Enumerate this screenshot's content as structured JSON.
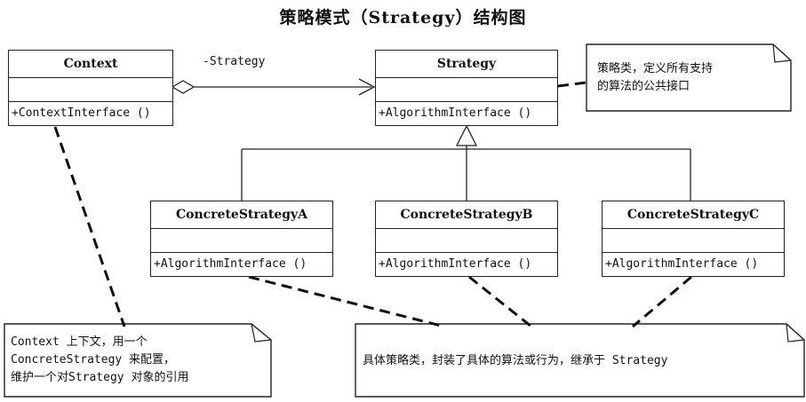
{
  "title": "策略模式（Strategy）结构图",
  "classes": {
    "context": {
      "name": "Context",
      "operation": "+ContextInterface ()"
    },
    "strategy": {
      "name": "Strategy",
      "operation": "+AlgorithmInterface ()"
    },
    "concrete_a": {
      "name": "ConcreteStrategyA",
      "operation": "+AlgorithmInterface ()"
    },
    "concrete_b": {
      "name": "ConcreteStrategyB",
      "operation": "+AlgorithmInterface ()"
    },
    "concrete_c": {
      "name": "ConcreteStrategyC",
      "operation": "+AlgorithmInterface ()"
    }
  },
  "association_label": "-Strategy",
  "notes": {
    "strategy": [
      "策略类，定义所有支持",
      "的算法的公共接口"
    ],
    "context": [
      "Context 上下文，用一个",
      "ConcreteStrategy 来配置，",
      "维护一个对Strategy 对象的引用"
    ],
    "concrete": [
      "具体策略类，封装了具体的算法或行为，继承于 Strategy"
    ]
  }
}
